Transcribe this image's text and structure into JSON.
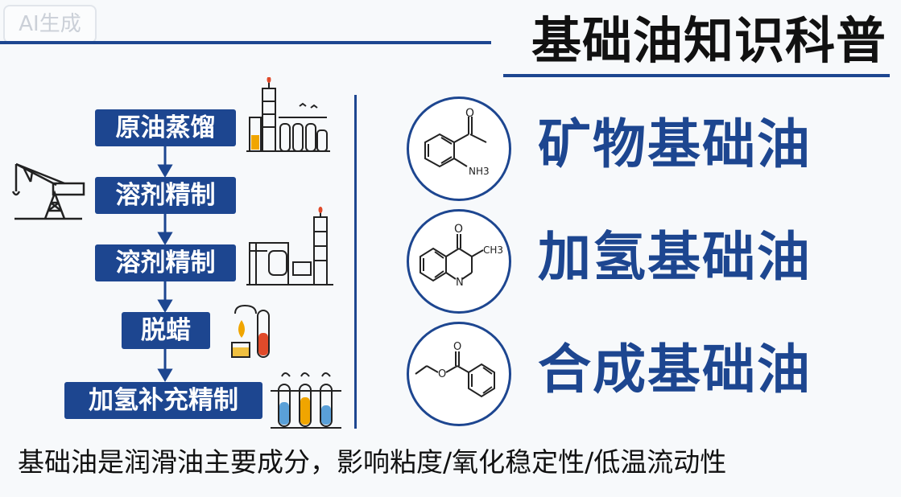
{
  "watermark": "AI生成",
  "title": "基础油知识科普",
  "process_steps": [
    "原油蒸馏",
    "溶剂精制",
    "溶剂精制",
    "脱蜡",
    "加氢补充精制"
  ],
  "oil_types": [
    {
      "name": "矿物基础油",
      "structure_label": "NH3"
    },
    {
      "name": "加氢基础油",
      "structure_label": "CH3",
      "structure_label2": "N"
    },
    {
      "name": "合成基础油"
    }
  ],
  "caption": "基础油是润滑油主要成分，影响粘度/氧化稳定性/低温流动性",
  "colors": {
    "primary": "#1d4690",
    "text": "#111111",
    "flame": "#f0a500",
    "liquid": "#e04a2a",
    "tube_blue": "#5aa0d8"
  }
}
